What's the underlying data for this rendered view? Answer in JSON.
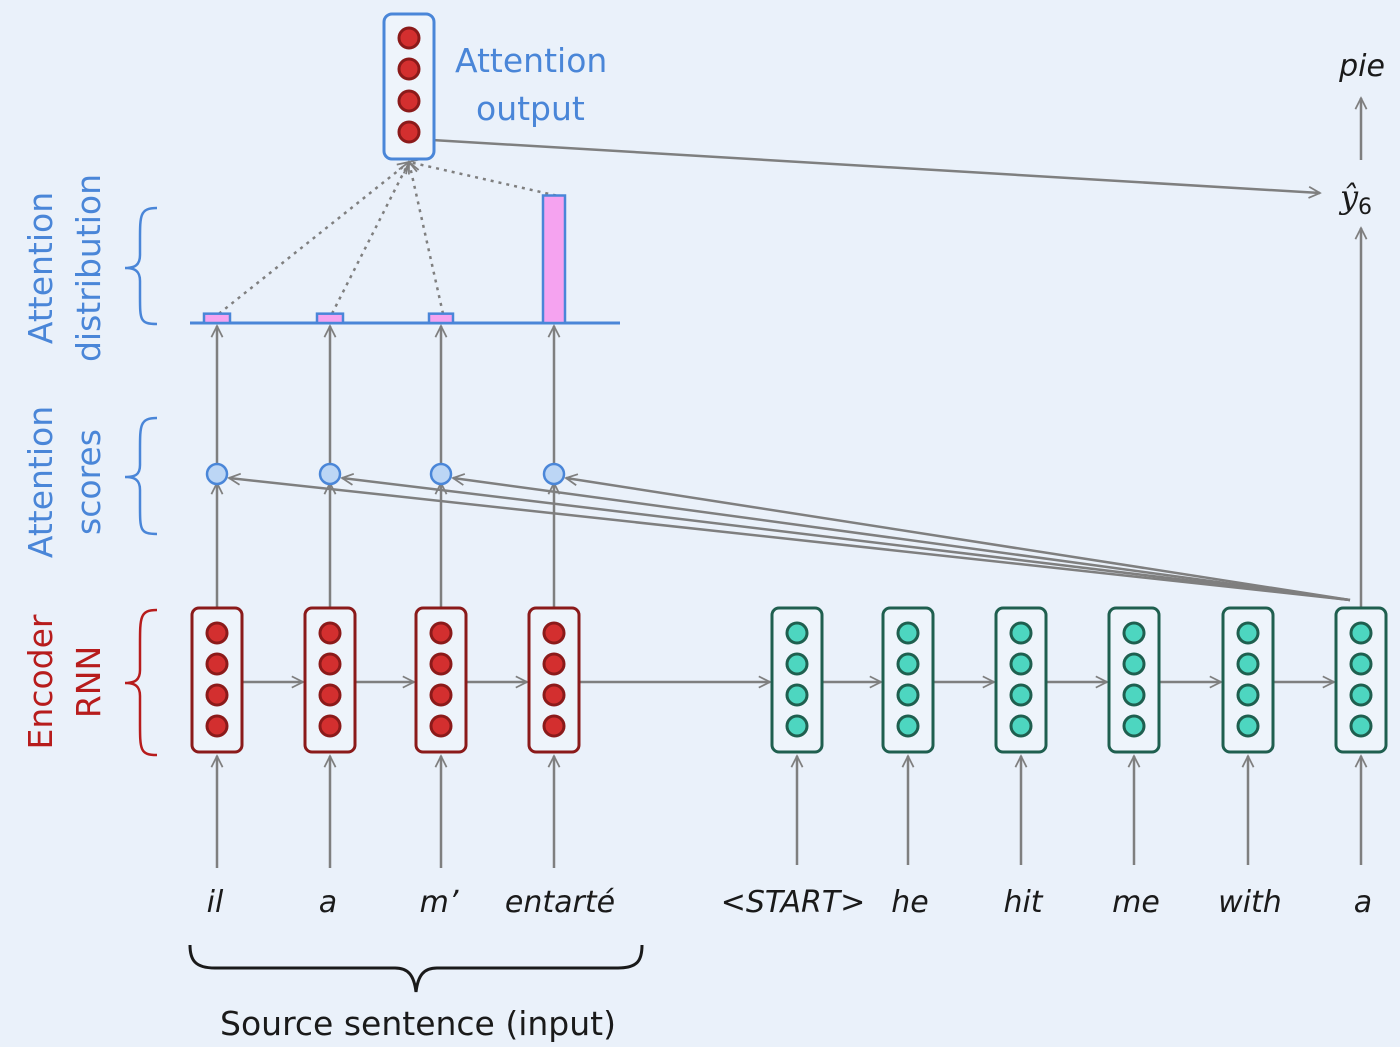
{
  "colors": {
    "background": "#eaf1fa",
    "encoder_border": "#8b1a1a",
    "encoder_fill": "#d32f2f",
    "decoder_border": "#1f5f4f",
    "decoder_fill": "#4dd6c0",
    "attention_blue": "#4a86d8",
    "bar_fill": "#f5a3f0",
    "arrow_gray": "#7f7f7f",
    "text_dark": "#1a1a1a"
  },
  "labels": {
    "attention_output_line1": "Attention",
    "attention_output_line2": "output",
    "attention_distribution_line1": "Attention",
    "attention_distribution_line2": "distribution",
    "attention_scores_line1": "Attention",
    "attention_scores_line2": "scores",
    "encoder_rnn_line1": "Encoder",
    "encoder_rnn_line2": "RNN",
    "source_sentence": "Source sentence (input)",
    "output_word": "pie",
    "prediction_base": "ŷ",
    "prediction_subscript": "6"
  },
  "source_words": [
    "il",
    "a",
    "m’",
    "entarté"
  ],
  "target_words": [
    "<START>",
    "he",
    "hit",
    "me",
    "with",
    "a"
  ],
  "attention_distribution": [
    0.06,
    0.06,
    0.06,
    0.82
  ],
  "neurons_per_state": 4
}
